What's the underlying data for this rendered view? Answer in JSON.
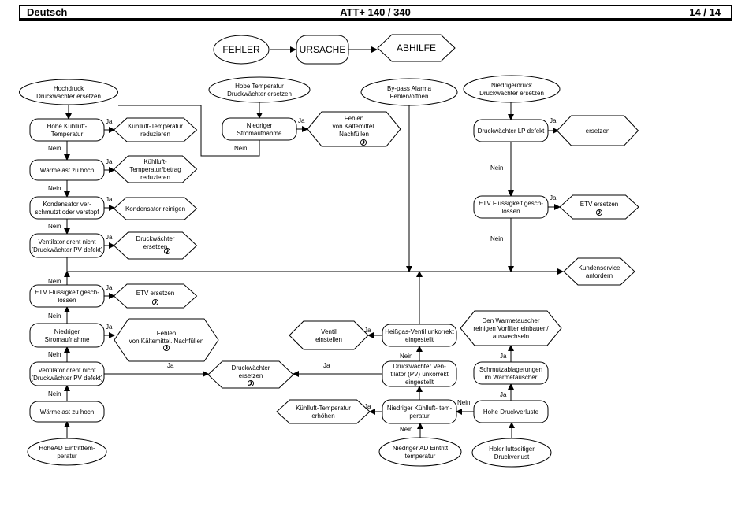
{
  "header": {
    "language": "Deutsch",
    "title": "ATT+ 140 / 340",
    "page": "14 / 14"
  },
  "legend": {
    "fault": "FEHLER",
    "cause": "URSACHE",
    "remedy": "ABHILFE"
  },
  "labels": {
    "yes": "Ja",
    "no": "Nein"
  },
  "icon_names": {
    "service_symbol": "service-technician-icon"
  },
  "nodes": [
    {
      "id": "start-hd",
      "lines": [
        "Hochdruck",
        "Druckwächter ersetzen"
      ]
    },
    {
      "id": "hd-1",
      "lines": [
        "Hohe Kühlluft-",
        "Temperatur"
      ]
    },
    {
      "id": "hd-1-fix",
      "lines": [
        "Kühlluft-Temperatur",
        "reduzieren"
      ]
    },
    {
      "id": "hd-2",
      "lines": [
        "Wärmelast zu hoch"
      ]
    },
    {
      "id": "hd-2-fix",
      "lines": [
        "Kühlluft-",
        "Temperatur/betrag",
        "reduzieren"
      ]
    },
    {
      "id": "hd-3",
      "lines": [
        "Kondensator ver-",
        "schmutzt oder verstopf"
      ]
    },
    {
      "id": "hd-3-fix",
      "lines": [
        "Kondensator reinigen"
      ]
    },
    {
      "id": "hd-4",
      "lines": [
        "Ventilator dreht nicht",
        "(Druckwächter PV defekt)"
      ]
    },
    {
      "id": "hd-4-fix",
      "lines": [
        "Druckwächter",
        "ersetzen"
      ]
    },
    {
      "id": "start-ht",
      "lines": [
        "Hobe Temperatur",
        "Druckwächter ersetzen"
      ]
    },
    {
      "id": "ht-1",
      "lines": [
        "Niedriger",
        "Stromaufnahme"
      ]
    },
    {
      "id": "ht-1-fix",
      "lines": [
        "Fehlen",
        "von Kältemittel.",
        "Nachfüllen"
      ]
    },
    {
      "id": "start-bp",
      "lines": [
        "By-pass Alarma",
        "Fehlen/öffnen"
      ]
    },
    {
      "id": "start-nd",
      "lines": [
        "Niedrigerdruck",
        "Druckwächter ersetzen"
      ]
    },
    {
      "id": "nd-1",
      "lines": [
        "Druckwächter LP defekt"
      ]
    },
    {
      "id": "nd-1-fix",
      "lines": [
        "ersetzen"
      ]
    },
    {
      "id": "nd-2",
      "lines": [
        "ETV Flüssigkeit gesch-",
        "lossen"
      ]
    },
    {
      "id": "nd-2-fix",
      "lines": [
        "ETV ersetzen"
      ]
    },
    {
      "id": "service",
      "lines": [
        "Kundenservice",
        "anfordern"
      ]
    },
    {
      "id": "lt-1",
      "lines": [
        "ETV Flüssigkeit gesch-",
        "lossen"
      ]
    },
    {
      "id": "lt-1-fix",
      "lines": [
        "ETV ersetzen"
      ]
    },
    {
      "id": "lt-2",
      "lines": [
        "Niedriger",
        "Stromaufnahme"
      ]
    },
    {
      "id": "lt-2-fix",
      "lines": [
        "Fehlen",
        "von Kältemittel. Nachfüllen"
      ]
    },
    {
      "id": "lt-3",
      "lines": [
        "Ventilator dreht nicht",
        "(Druckwächter PV defekt)"
      ]
    },
    {
      "id": "lt-4",
      "lines": [
        "Wärmelast zu hoch"
      ]
    },
    {
      "id": "start-had",
      "lines": [
        "HoheAD Eintritttem-",
        "peratur"
      ]
    },
    {
      "id": "mid-fix",
      "lines": [
        "Druckwächter",
        "ersetzen"
      ]
    },
    {
      "id": "bp-1",
      "lines": [
        "Heißgas-Ventil unkorrekt",
        "eingestellt"
      ]
    },
    {
      "id": "bp-1-fix",
      "lines": [
        "Ventil",
        "einstellen"
      ]
    },
    {
      "id": "bp-2",
      "lines": [
        "Druckwächter Ven-",
        "tilator (PV) unkorrekt",
        "eingestellt"
      ]
    },
    {
      "id": "bp-3",
      "lines": [
        "Niedriger  Kühlluft-  tem-",
        "peratur"
      ]
    },
    {
      "id": "bp-3-fix",
      "lines": [
        "Kühlluft-Temperatur",
        "erhöhen"
      ]
    },
    {
      "id": "start-nad",
      "lines": [
        "Niedriger  AD Eintritt",
        "temperatur"
      ]
    },
    {
      "id": "wt-fix",
      "lines": [
        "Den Warmetauscher",
        "reinigen  Vorfilter einbauen/",
        "auswechseln"
      ]
    },
    {
      "id": "wt-1",
      "lines": [
        "Schmutzablagerungen",
        "im Warmetauscher"
      ]
    },
    {
      "id": "wt-2",
      "lines": [
        "Hohe Druckverluste"
      ]
    },
    {
      "id": "start-hl",
      "lines": [
        "Holer luftseitiger",
        "Druckverlust"
      ]
    }
  ]
}
